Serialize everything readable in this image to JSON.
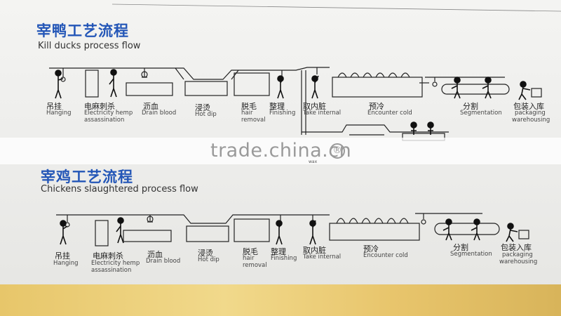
{
  "watermark": "trade.china.cn",
  "watermark_mark": "®",
  "stray_text": "wax",
  "sections": [
    {
      "title_cn": "宰鸭工艺流程",
      "title_en": "Kill ducks process flow",
      "stages": [
        {
          "cn": "吊挂",
          "en": [
            "Hanging"
          ]
        },
        {
          "cn": "电麻刺杀",
          "en": [
            "Electricity hemp",
            "assassination"
          ]
        },
        {
          "cn": "沥血",
          "en": [
            "Drain blood"
          ]
        },
        {
          "cn": "浸烫",
          "en": [
            "Hot dip"
          ]
        },
        {
          "cn": "脱毛",
          "en": [
            "hair",
            "removal"
          ]
        },
        {
          "cn": "整理",
          "en": [
            "Finishing"
          ]
        },
        {
          "cn": "取内脏",
          "en": [
            "Take internal"
          ]
        },
        {
          "cn": "预冷",
          "en": [
            "Encounter cold"
          ]
        },
        {
          "cn": "分割",
          "en": [
            "Segmentation"
          ]
        },
        {
          "cn": "包装入库",
          "en": [
            "packaging",
            "warehousing"
          ]
        }
      ]
    },
    {
      "title_cn": "宰鸡工艺流程",
      "title_en": "Chickens slaughtered process flow",
      "stages": [
        {
          "cn": "吊挂",
          "en": [
            "Hanging"
          ]
        },
        {
          "cn": "电麻刺杀",
          "en": [
            "Electricity hemp",
            "assassination"
          ]
        },
        {
          "cn": "沥血",
          "en": [
            "Drain blood"
          ]
        },
        {
          "cn": "浸烫",
          "en": [
            "Hot dip"
          ]
        },
        {
          "cn": "脱毛",
          "en": [
            "hair",
            "removal"
          ]
        },
        {
          "cn": "整理",
          "en": [
            "Finishing"
          ]
        },
        {
          "cn": "取内脏",
          "en": [
            "Take internal"
          ]
        },
        {
          "cn": "预冷",
          "en": [
            "Encounter cold"
          ]
        },
        {
          "cn": "分割",
          "en": [
            "Segmentation"
          ]
        },
        {
          "cn": "包装入库",
          "en": [
            "packaging",
            "warehousing"
          ]
        }
      ]
    }
  ]
}
